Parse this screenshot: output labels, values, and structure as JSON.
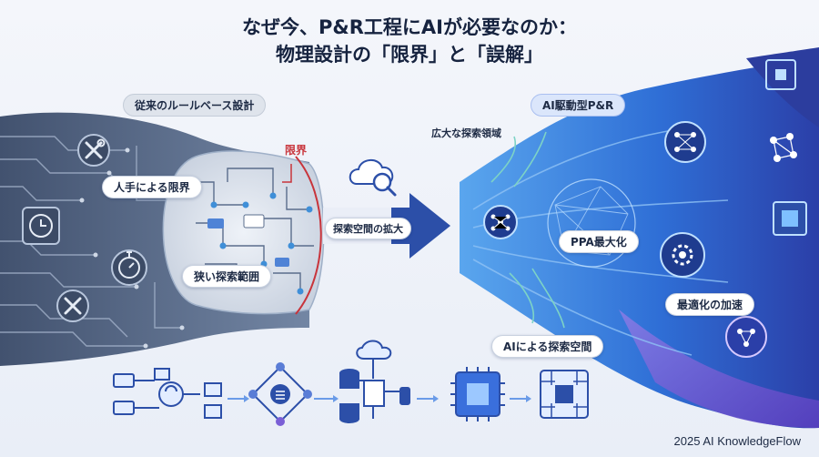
{
  "title": {
    "line1": "なぜ今、P&R工程にAIが必要なのか：",
    "line2": "物理設計の「限界」と「誤解」"
  },
  "left_section": {
    "header": "従来のルールベース設計",
    "manual_limit": "人手による限界",
    "narrow_space": "狭い探索範囲",
    "limit": "限界"
  },
  "center": {
    "arrow_label": "探索空間の拡大"
  },
  "right_section": {
    "header": "AI駆動型P&R",
    "wide_space": "広大な探索領域",
    "ppa": "PPA最大化",
    "acceleration": "最適化の加速",
    "ai_search": "AIによる探索空間"
  },
  "footer": "2025 AI KnowledgeFlow",
  "colors": {
    "title": "#16233f",
    "left_panel": "#5a6d8c",
    "limit_red": "#c8343b",
    "arrow": "#2c4fa8",
    "right_primary": "#2f6fd6",
    "right_purple": "#7b5fd6"
  }
}
